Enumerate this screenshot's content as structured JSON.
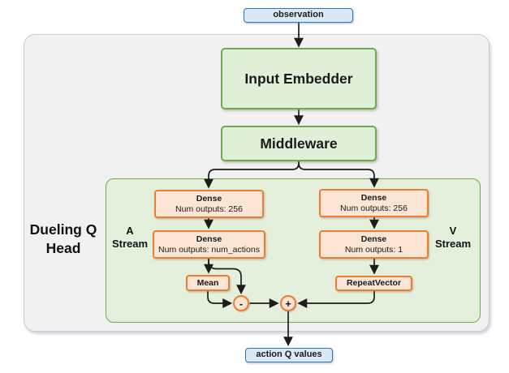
{
  "colors": {
    "blue_border": "#2e75b6",
    "blue_fill": "#dbe9f7",
    "green_border": "#6faa49",
    "green_fill": "#e5f0dc",
    "green_box_fill": "#e1eed8",
    "orange_border": "#ed7d31",
    "orange_fill": "#fce5d5",
    "gray_fill": "#f1f1f2",
    "gray_border": "#c9cdd1",
    "arrow": "#1c1c1c"
  },
  "nodes": {
    "observation": {
      "label": "observation"
    },
    "input_embedder": {
      "label": "Input Embedder"
    },
    "middleware": {
      "label": "Middleware"
    },
    "dense_a1": {
      "title": "Dense",
      "subtitle": "Num outputs: 256"
    },
    "dense_a2": {
      "title": "Dense",
      "subtitle": "Num outputs: num_actions"
    },
    "dense_v1": {
      "title": "Dense",
      "subtitle": "Num outputs: 256"
    },
    "dense_v2": {
      "title": "Dense",
      "subtitle": "Num outputs: 1"
    },
    "mean": {
      "label": "Mean"
    },
    "repeat_vector": {
      "label": "RepeatVector"
    },
    "minus_op": {
      "label": "-"
    },
    "plus_op": {
      "label": "+"
    },
    "action_q_values": {
      "label": "action Q values"
    }
  },
  "labels": {
    "dueling_head": {
      "line1": "Dueling Q",
      "line2": "Head"
    },
    "a_stream": {
      "line1": "A",
      "line2": "Stream"
    },
    "v_stream": {
      "line1": "V",
      "line2": "Stream"
    }
  }
}
